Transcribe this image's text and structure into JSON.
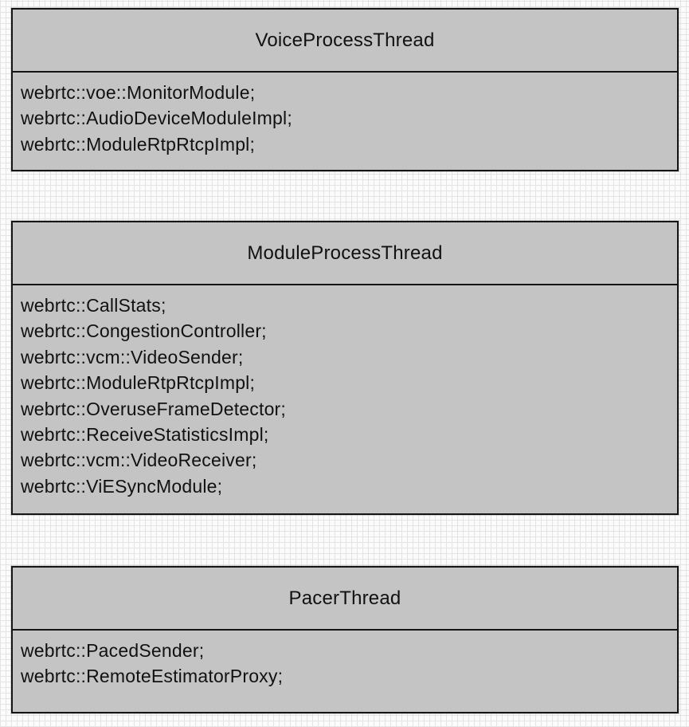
{
  "diagram": {
    "box_fill": "#c4c4c4",
    "border_color": "#151515",
    "grid_line_color": "#e4e4e4",
    "background_color": "#fbfbfb"
  },
  "boxes": [
    {
      "title": "VoiceProcessThread",
      "items": [
        "webrtc::voe::MonitorModule;",
        "webrtc::AudioDeviceModuleImpl;",
        "webrtc::ModuleRtpRtcpImpl;"
      ]
    },
    {
      "title": "ModuleProcessThread",
      "items": [
        "webrtc::CallStats;",
        "webrtc::CongestionController;",
        "webrtc::vcm::VideoSender;",
        "webrtc::ModuleRtpRtcpImpl;",
        "webrtc::OveruseFrameDetector;",
        "webrtc::ReceiveStatisticsImpl;",
        "webrtc::vcm::VideoReceiver;",
        "webrtc::ViESyncModule;"
      ]
    },
    {
      "title": "PacerThread",
      "items": [
        "webrtc::PacedSender;",
        "webrtc::RemoteEstimatorProxy;"
      ]
    }
  ]
}
